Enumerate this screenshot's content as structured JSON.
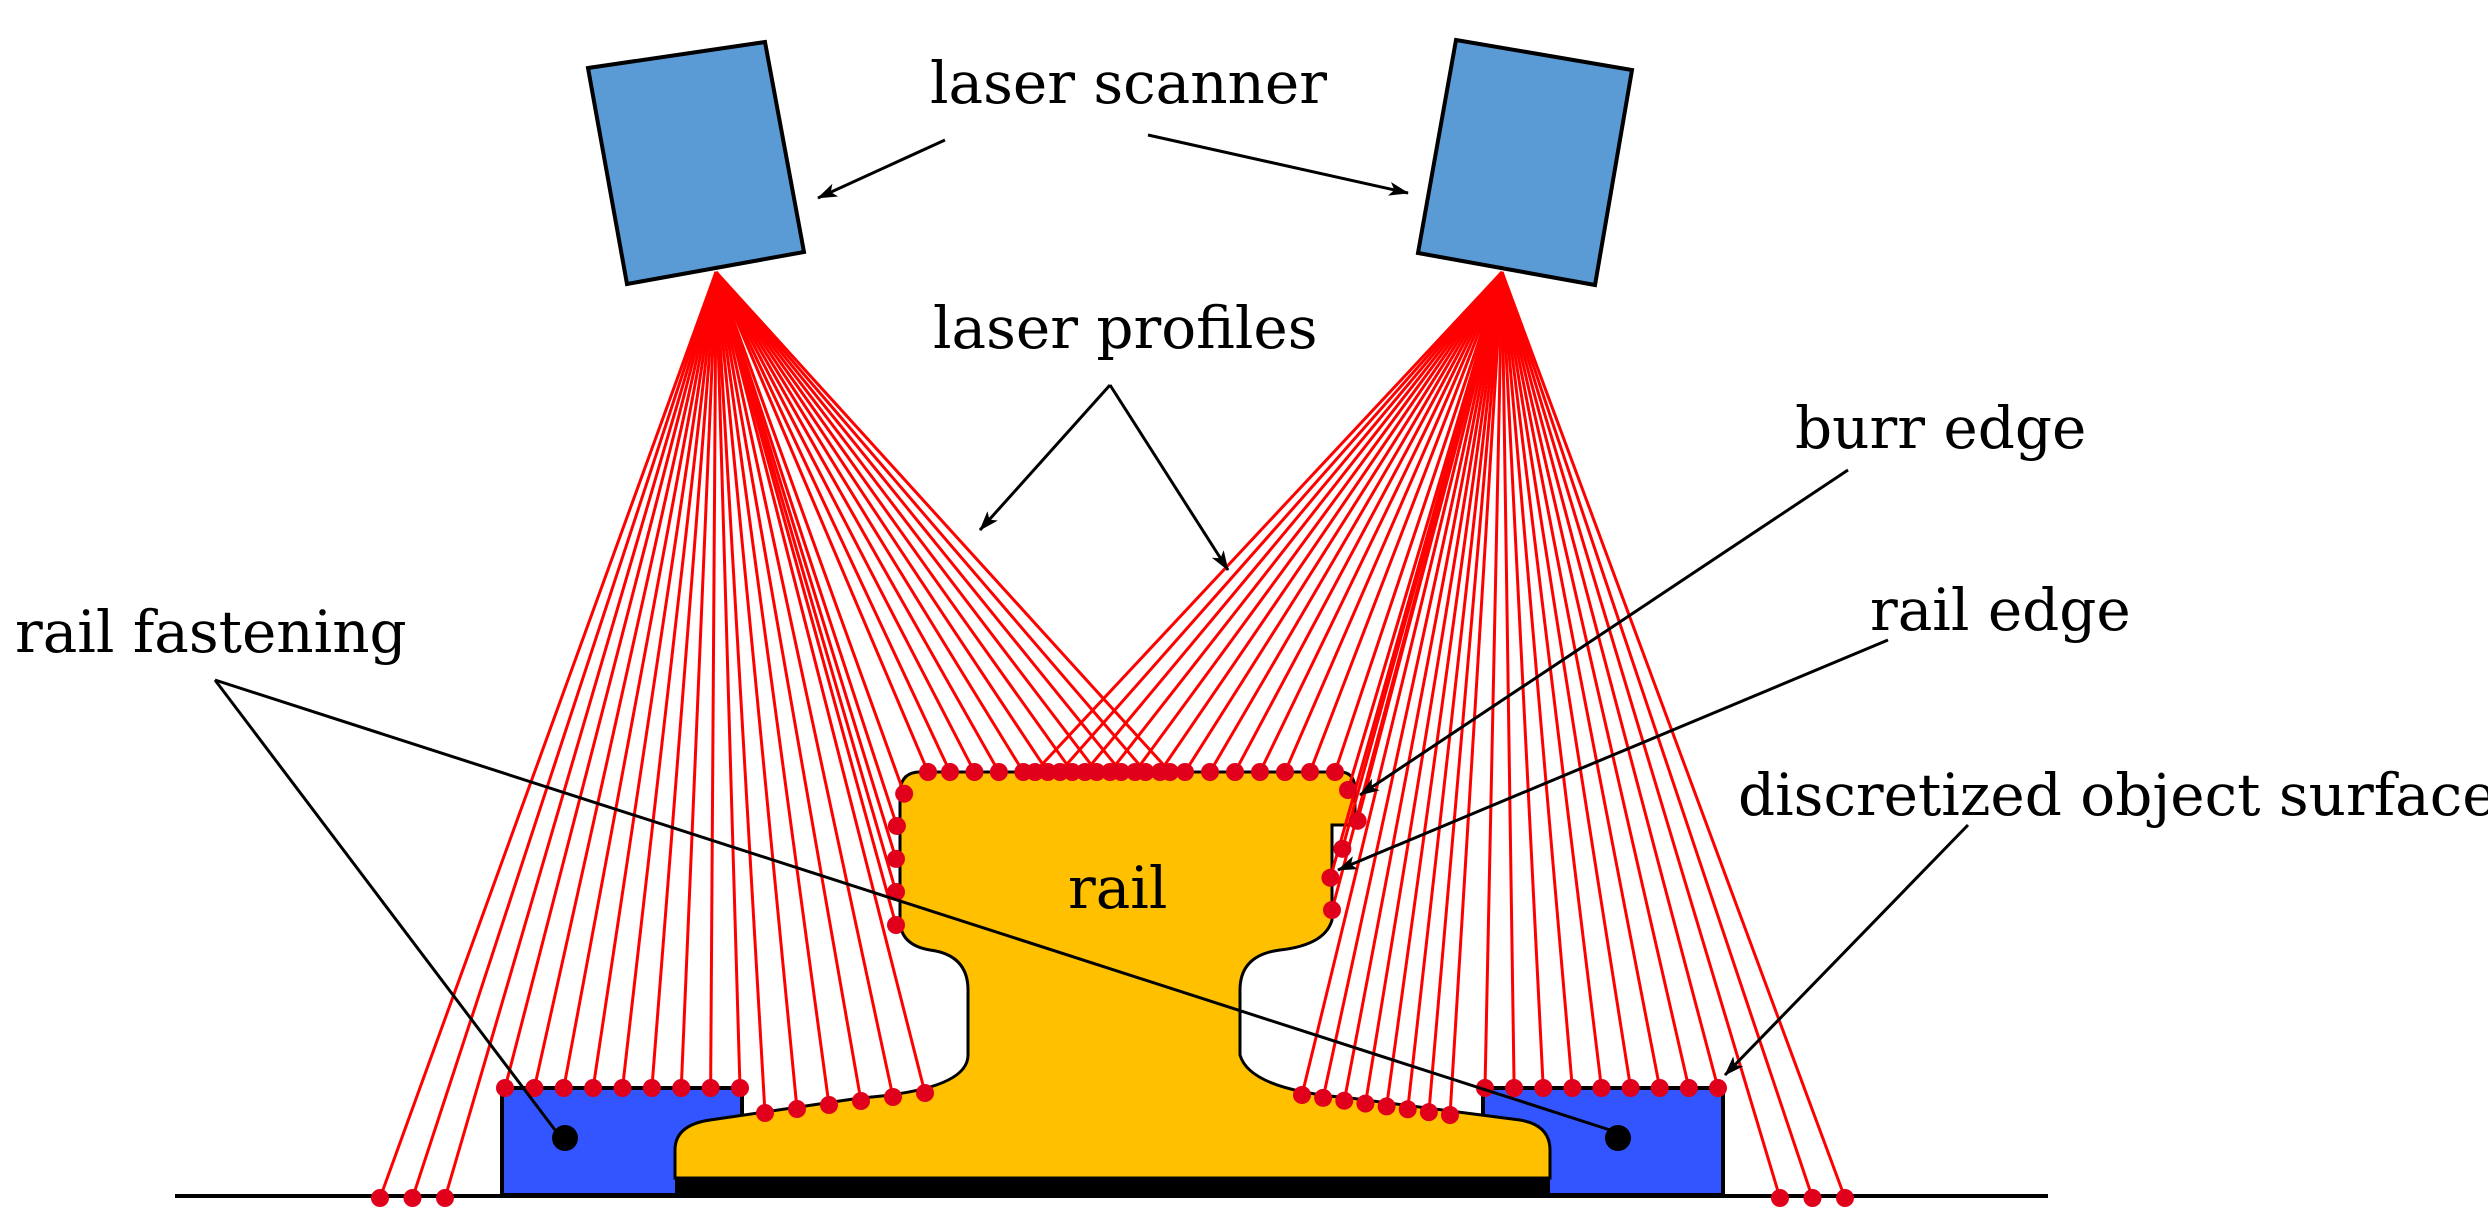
{
  "labels": {
    "laser_scanner": "laser scanner",
    "laser_profiles": "laser profiles",
    "burr_edge": "burr edge",
    "rail_edge": "rail edge",
    "discretized_object_surface": "discretized object surface",
    "rail_fastening": "rail fastening",
    "rail": "rail"
  },
  "colors": {
    "scanner_fill": "#5b9bd5",
    "rail_fill": "#ffc000",
    "fastening_fill": "#3355ff",
    "laser_ray": "#ff0000",
    "sample_point": "#e0001b",
    "ground_line": "#000000"
  }
}
